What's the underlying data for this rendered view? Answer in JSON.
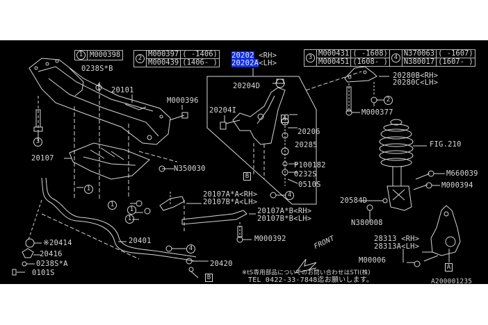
{
  "diagram": {
    "background_color": "#000000",
    "line_color": "#d8d8d8",
    "highlight_color": "#1030e0",
    "legend": {
      "item1": {
        "ref": "1",
        "part": "M000398"
      },
      "item2": {
        "ref": "2",
        "rows": [
          {
            "part": "M000397",
            "range": "( -1406)"
          },
          {
            "part": "M000439",
            "range": "(1406- )"
          }
        ]
      },
      "item3": {
        "ref": "3",
        "rows": [
          {
            "part": "M000431",
            "range": "( -1608)"
          },
          {
            "part": "M000451",
            "range": "(1608- )"
          }
        ]
      },
      "item4": {
        "ref": "4",
        "rows": [
          {
            "part": "N370063",
            "range": "( -1607)"
          },
          {
            "part": "N380017",
            "range": "(1607- )"
          }
        ]
      }
    },
    "labels": {
      "p20202": "20202",
      "p20202_side": " <RH>",
      "p20202A": "20202A",
      "p20202A_side": "<LH>",
      "p0238S_B": "0238S*B",
      "p20101": "20101",
      "m000396": "M000396",
      "p20204D": "20204D",
      "p20204I": "20204I",
      "p20206": "20206",
      "p20285": "20285",
      "p100182": "P100182",
      "p0232S": "0232S",
      "p0510S": "0510S",
      "p20280B": "20280B<RH>",
      "p20280C": "20280C<LH>",
      "m000377": "M000377",
      "fig210": "FIG.210",
      "m660039": "M660039",
      "m000394": "M000394",
      "p20584D": "20584D",
      "n380008": "N380008",
      "p20107": "20107",
      "n350030": "N350030",
      "p20107AA": "20107A*A<RH>",
      "p20107BA": "20107B*A<LH>",
      "p20107AB": "20107A*B<RH>",
      "p20107BB": "20107B*B<LH>",
      "m000392": "M000392",
      "p20401": "20401",
      "p20414": "※20414",
      "p20416": "20416",
      "p0238S_A": "0238S*A",
      "p0101S": "0101S",
      "p20420": "20420",
      "p28313": "28313 <RH>",
      "p28313A": "28313A<LH>",
      "m00006": "M00006",
      "front": "FRONT",
      "note_line1": "※tS専用部品についてのお問い合わせはSTI(株)",
      "note_line2": "TEL 0422-33-7848迄お願いします。",
      "diagram_id": "A200001235"
    },
    "refs": {
      "c1": "1",
      "c2": "2",
      "c3": "3",
      "c4": "4",
      "boxA": "A",
      "boxB": "B"
    }
  }
}
